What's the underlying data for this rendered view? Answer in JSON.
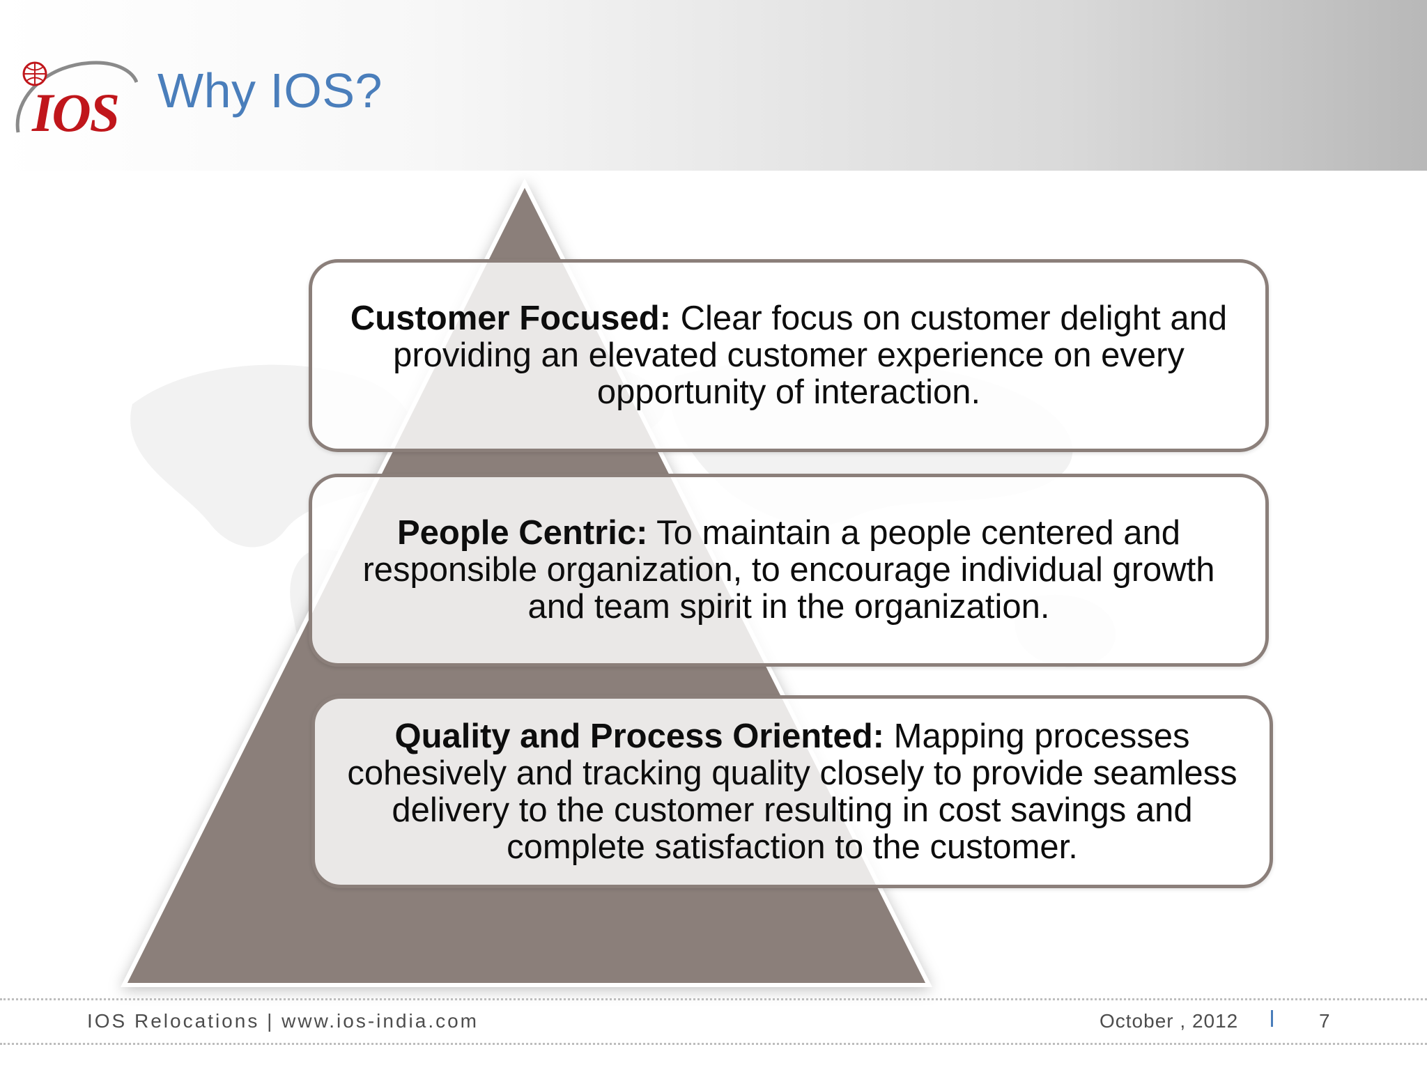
{
  "slide": {
    "title": "Why IOS?",
    "logo_text": "IOS"
  },
  "pillars": [
    {
      "heading": "Customer Focused:",
      "body": " Clear focus on customer delight and providing an elevated customer experience on every opportunity of interaction."
    },
    {
      "heading": "People Centric:",
      "body": " To maintain a people centered and responsible organization, to encourage individual growth and team spirit in the organization."
    },
    {
      "heading": "Quality and Process Oriented:",
      "body": " Mapping processes cohesively and tracking quality closely to provide seamless delivery to the customer resulting in cost savings and complete satisfaction to the customer."
    }
  ],
  "footer": {
    "company": "IOS Relocations | www.ios-india.com",
    "date": "October , 2012",
    "page_number": "7"
  },
  "colors": {
    "title": "#4a7ebb",
    "pyramid": "#8b7f7a",
    "logo_red": "#c0161b"
  }
}
